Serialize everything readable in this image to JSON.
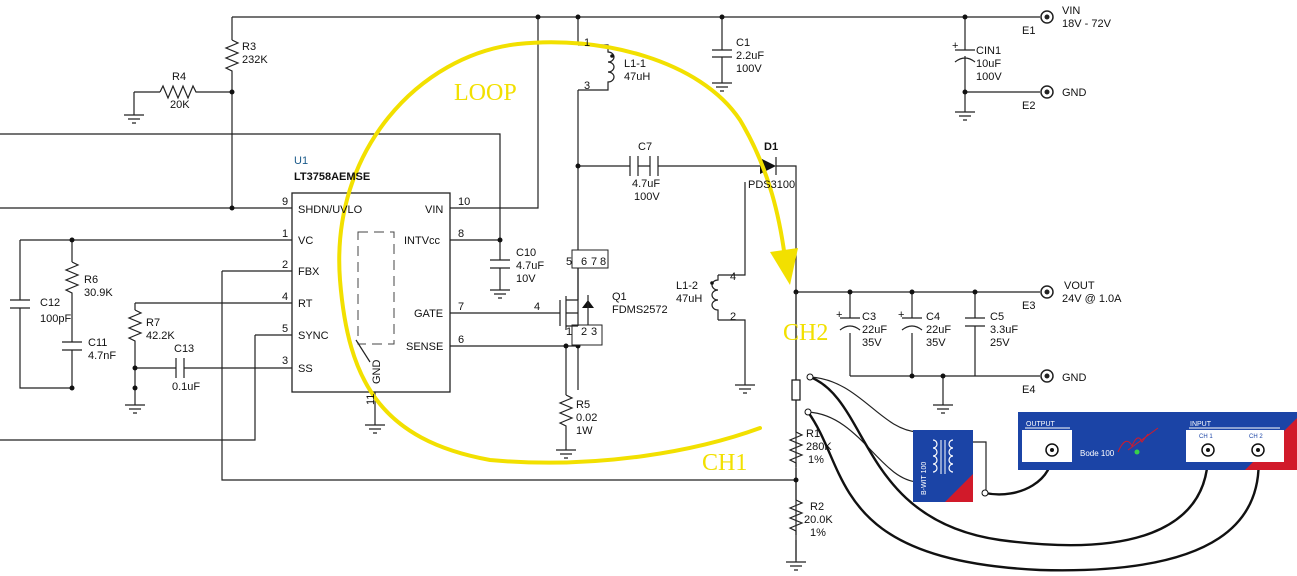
{
  "annotations": {
    "loop": "LOOP",
    "ch1": "CH1",
    "ch2": "CH2"
  },
  "ic": {
    "ref": "U1",
    "part": "LT3758AEMSE",
    "pins_left": [
      "SHDN/UVLO",
      "VC",
      "FBX",
      "RT",
      "SYNC",
      "SS"
    ],
    "pins_right": [
      "VIN",
      "INTVcc",
      "GATE",
      "SENSE"
    ],
    "gnd": "GND",
    "numbers": [
      "9",
      "1",
      "2",
      "4",
      "5",
      "3",
      "10",
      "8",
      "7",
      "6",
      "11"
    ]
  },
  "components": {
    "R3": {
      "ref": "R3",
      "value": "232K"
    },
    "R4": {
      "ref": "R4",
      "value": "20K"
    },
    "L11": {
      "ref": "L1-1",
      "value": "47uH",
      "pin1": "1",
      "pin3": "3"
    },
    "C1": {
      "ref": "C1",
      "value1": "2.2uF",
      "value2": "100V"
    },
    "CIN1": {
      "ref": "CIN1",
      "value1": "10uF",
      "value2": "100V"
    },
    "C7": {
      "ref": "C7",
      "value1": "4.7uF",
      "value2": "100V"
    },
    "D1": {
      "ref": "D1",
      "value": "PDS3100"
    },
    "C10": {
      "ref": "C10",
      "value1": "4.7uF",
      "value2": "10V"
    },
    "R6": {
      "ref": "R6",
      "value": "30.9K"
    },
    "C12": {
      "ref": "C12",
      "value": "100pF"
    },
    "C11": {
      "ref": "C11",
      "value": "4.7nF"
    },
    "R7": {
      "ref": "R7",
      "value": "42.2K"
    },
    "C13": {
      "ref": "C13",
      "value": "0.1uF"
    },
    "Q1": {
      "ref": "Q1",
      "value": "FDMS2572",
      "pins": [
        "5",
        "6",
        "7",
        "8",
        "4",
        "1",
        "2",
        "3"
      ]
    },
    "L12": {
      "ref": "L1-2",
      "value": "47uH",
      "pin4": "4",
      "pin2": "2"
    },
    "C3": {
      "ref": "C3",
      "value1": "22uF",
      "value2": "35V"
    },
    "C4": {
      "ref": "C4",
      "value1": "22uF",
      "value2": "35V"
    },
    "C5": {
      "ref": "C5",
      "value1": "3.3uF",
      "value2": "25V"
    },
    "R5": {
      "ref": "R5",
      "value1": "0.02",
      "value2": "1W"
    },
    "R1": {
      "ref": "R1",
      "value1": "280K",
      "value2": "1%"
    },
    "R2": {
      "ref": "R2",
      "value1": "20.0K",
      "value2": "1%"
    }
  },
  "terminals": {
    "E1": {
      "ref": "E1",
      "name": "VIN",
      "spec": "18V - 72V"
    },
    "E2": {
      "ref": "E2",
      "name": "GND"
    },
    "E3": {
      "ref": "E3",
      "name": "VOUT",
      "spec": "24V @ 1.0A"
    },
    "E4": {
      "ref": "E4",
      "name": "GND"
    }
  },
  "bwit": {
    "label": "B-WIT 100"
  },
  "bode": {
    "output": "OUTPUT",
    "input": "INPUT",
    "ch1": "CH 1",
    "ch2": "CH 2",
    "name": "Bode 100"
  },
  "colors": {
    "annotation": "#f2e000",
    "bode_body": "#1b44a6",
    "bode_red": "#d11a2a",
    "wire": "#222222"
  }
}
